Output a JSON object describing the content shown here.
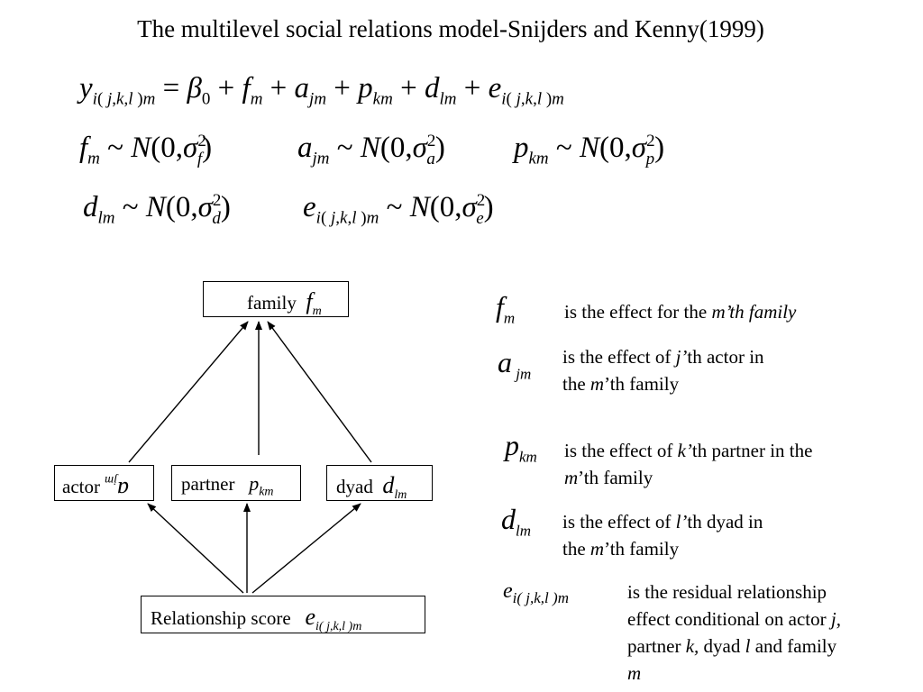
{
  "title": "The multilevel social relations model-Snijders and Kenny(1999)",
  "equation_main": "y_{i(j,k,l)m} = β0 + f_m + a_jm + p_km + d_lm + e_{i(j,k,l)m}",
  "distributions": {
    "f": "f_m ~ N(0,σ_f^2)",
    "a": "a_jm ~ N(0,σ_a^2)",
    "p": "p_km ~ N(0,σ_p^2)",
    "d": "d_lm ~ N(0,σ_d^2)",
    "e": "e_{i(j,k,l)m} ~ N(0,σ_e^2)"
  },
  "boxes": {
    "family": "family",
    "actor": "actor",
    "partner": "partner",
    "dyad": "dyad",
    "relationship": "Relationship score"
  },
  "legend": {
    "f": {
      "pre": "is the effect for the ",
      "em": "m’th family"
    },
    "a": {
      "line1_pre": "is the effect of ",
      "line1_em": "j’",
      "line1_post": "th actor in",
      "line2_pre": "the ",
      "line2_em": "m",
      "line2_post": "’th family"
    },
    "p": {
      "line1_pre": "is the effect of ",
      "line1_em": "k’",
      "line1_post": "th partner in the",
      "line2_em": "m",
      "line2_post": "’th family"
    },
    "d": {
      "line1_pre": "is the effect of ",
      "line1_em": "l’",
      "line1_post": "th dyad in",
      "line2_pre": "the ",
      "line2_em": "m",
      "line2_post": "’th family"
    },
    "e": {
      "line1": "is the residual relationship",
      "line2_pre": "effect conditional on actor ",
      "line2_em": "j,",
      "line3_pre": "partner ",
      "line3_em1": "k,",
      "line3_mid": " dyad ",
      "line3_em2": "l",
      "line3_post": " and family",
      "line4_em": "m"
    }
  }
}
